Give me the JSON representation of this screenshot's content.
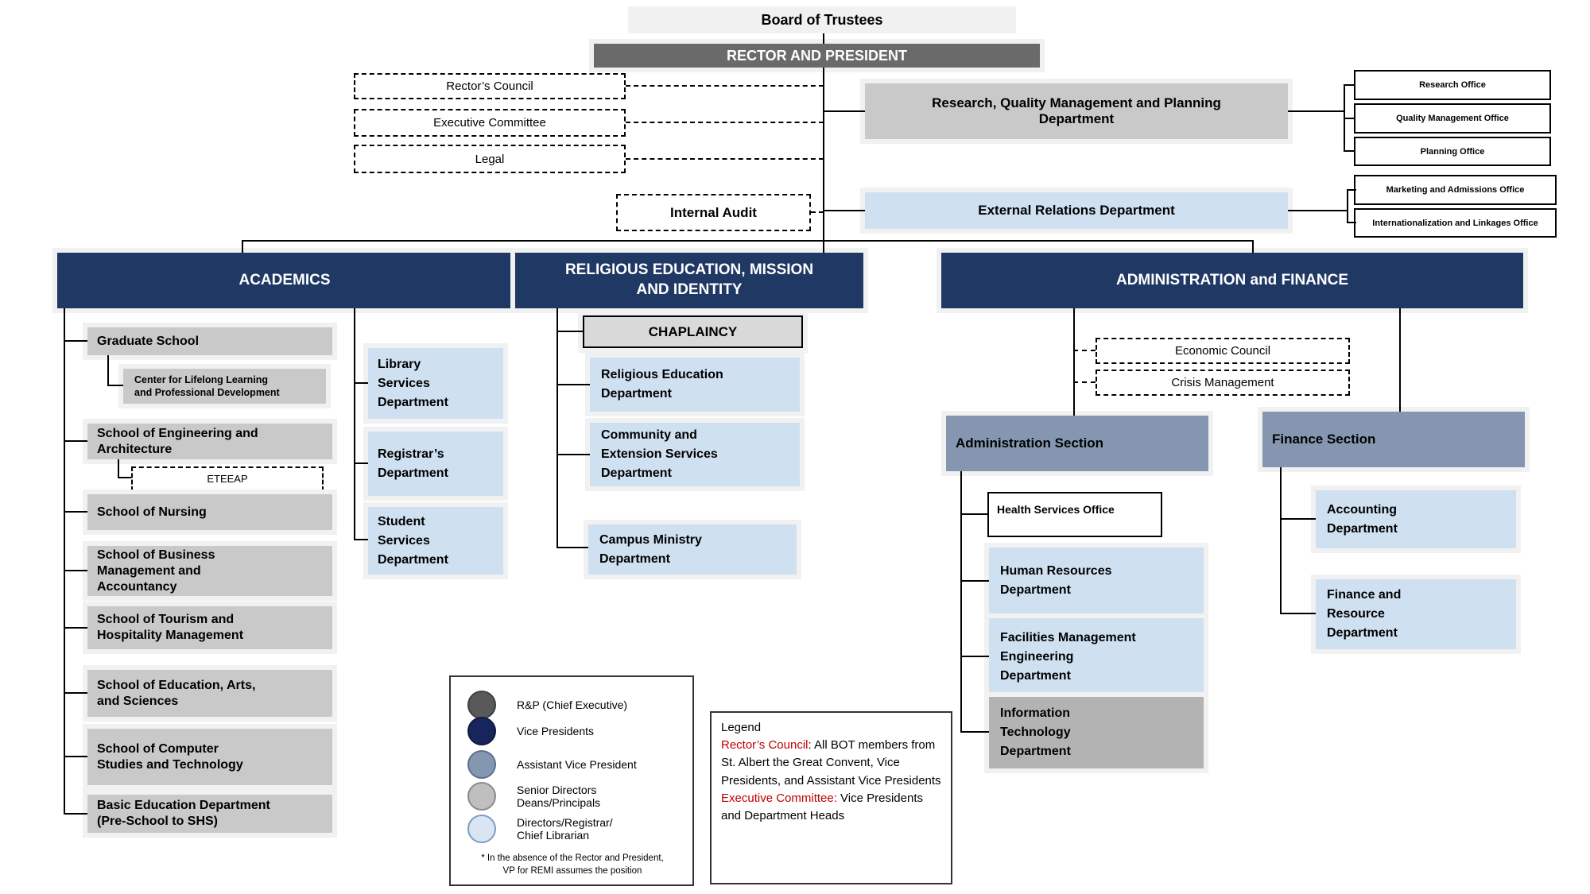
{
  "colors": {
    "navy": "#1f3864",
    "gray_box": "#c9c9c9",
    "light_blue_box": "#cfe0f1",
    "blue_gray_box": "#8496b0",
    "rector_gray": "#6a6a6a",
    "it_gray": "#b3b3b3",
    "chaplaincy_gray": "#d9d9d9",
    "legend_red": "#c00000"
  },
  "nodes": {
    "board_of_trustees": "Board of Trustees",
    "rector_president": "RECTOR AND PRESIDENT",
    "rectors_council": "Rector’s Council",
    "executive_committee": "Executive Committee",
    "legal": "Legal",
    "internal_audit": "Internal Audit",
    "research_qmp_department": "Research, Quality Management and Planning\nDepartment",
    "research_office": "Research Office",
    "quality_management_office": "Quality Management Office",
    "planning_office": "Planning Office",
    "external_relations_department": "External Relations Department",
    "marketing_admissions_office": "Marketing and Admissions Office",
    "internationalization_linkages_office": "Internationalization and Linkages Office",
    "academics": "ACADEMICS",
    "remi": "RELIGIOUS EDUCATION, MISSION\nAND IDENTITY",
    "admin_finance": "ADMINISTRATION and FINANCE",
    "graduate_school": "Graduate School",
    "center_lifelong": "Center for Lifelong Learning\nand Professional Development",
    "school_engineering": "School of Engineering and\nArchitecture",
    "eteeap": "ETEEAP",
    "school_nursing": "School of Nursing",
    "school_business": "School of Business\nManagement and\nAccountancy",
    "school_tourism": "School of Tourism and\nHospitality Management",
    "school_education": "School of Education, Arts,\nand Sciences",
    "school_computer": "School of Computer\nStudies and Technology",
    "basic_education": "Basic Education Department\n(Pre-School to SHS)",
    "library_services": "Library\nServices\nDepartment",
    "registrars_department": "Registrar’s\nDepartment",
    "student_services": "Student\nServices\nDepartment",
    "chaplaincy": "CHAPLAINCY",
    "religious_education": "Religious Education\nDepartment",
    "community_extension": "Community and\nExtension Services\nDepartment",
    "campus_ministry": "Campus Ministry\nDepartment",
    "economic_council": "Economic Council",
    "crisis_management": "Crisis Management",
    "administration_section": "Administration Section",
    "finance_section": "Finance Section",
    "health_services_office": "Health Services Office",
    "human_resources": "Human Resources\nDepartment",
    "facilities_management": "Facilities Management\nEngineering\nDepartment",
    "information_technology": "Information\nTechnology\nDepartment",
    "accounting_department": "Accounting\nDepartment",
    "finance_resource_department": "Finance and\nResource\nDepartment"
  },
  "legend_roles": [
    {
      "label": "R&P (Chief Executive)",
      "color": "#595959"
    },
    {
      "label": "Vice Presidents",
      "color": "#17255c"
    },
    {
      "label": "Assistant Vice President",
      "color": "#8496b0"
    },
    {
      "label": "Senior Directors\nDeans/Principals",
      "color": "#bfbfbf"
    },
    {
      "label": "Directors/Registrar/\nChief Librarian",
      "color": "#d9e5f3"
    }
  ],
  "legend_footnote": "* In the absence of the Rector and President,\nVP for REMI assumes the position",
  "legend_text": {
    "title": "Legend",
    "rc_label": "Rector’s Council",
    "rc_desc": ":  All BOT members from  St. Albert the Great Convent, Vice Presidents, and Assistant Vice Presidents",
    "ec_label": "Executive Committee:",
    "ec_desc": "  Vice Presidents and Department Heads"
  }
}
